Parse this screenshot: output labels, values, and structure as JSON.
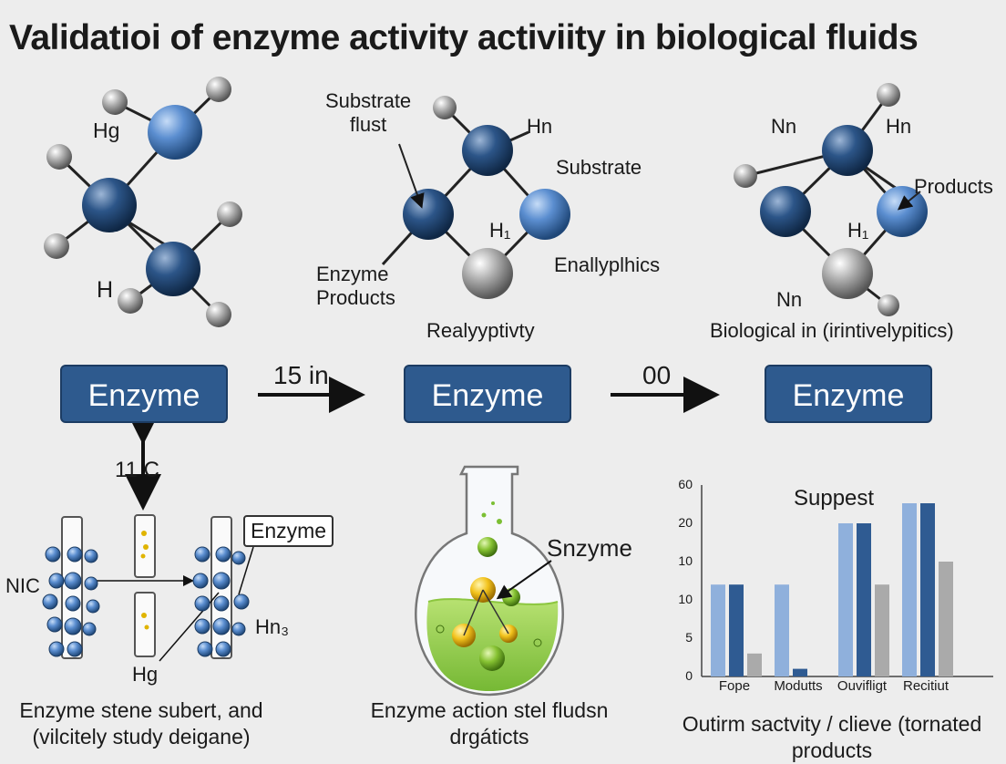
{
  "title": "Validatioi of enzyme activity activiity in biological fluids",
  "molecules": {
    "left": {
      "label_hg": "Hg",
      "label_h": "H"
    },
    "middle": {
      "label_substrate_flust": "Substrate\nflust",
      "label_hn": "Hn",
      "label_substrate": "Substrate",
      "label_h1": "H₁",
      "label_enzyme_products": "Enzyme\nProducts",
      "label_enallyplhics": "Enallyplhics",
      "caption": "Realyyptivty"
    },
    "right": {
      "label_nn_top": "Nn",
      "label_hn": "Hn",
      "label_products": "Products",
      "label_h1": "H₁",
      "label_nn_bottom": "Nn",
      "caption": "Biological in (irintivelypitics)"
    }
  },
  "flow": {
    "box1": "Enzyme",
    "box2": "Enzyme",
    "box3": "Enzyme",
    "arrow1_label": "15 in",
    "arrow2_label": "00",
    "vertical_label": "11 C"
  },
  "bottom_left": {
    "callout": "Enzyme",
    "label_nic": "NIC",
    "label_hn3": "Hn₃",
    "label_hg": "Hg",
    "caption": "Enzyme stene subert, and\n(vilcitely study deigane)"
  },
  "bottom_middle": {
    "label": "Snzyme",
    "caption": "Enzyme action stel fludsn\ndrgáticts"
  },
  "chart_data": {
    "type": "bar",
    "title": "Suppest",
    "categories": [
      "Fope",
      "Modutts",
      "Ouvifligt",
      "Recitiut"
    ],
    "series": [
      {
        "values": [
          12,
          12,
          20,
          25
        ]
      },
      {
        "values": [
          12,
          1,
          20,
          25
        ]
      },
      {
        "values": [
          3,
          0,
          12,
          15
        ]
      }
    ],
    "y_tick_labels": [
      "0",
      "5",
      "10",
      "10",
      "20",
      "60"
    ],
    "colors": [
      "#8fb0dc",
      "#2f5b92",
      "#aaaaaa"
    ],
    "caption": "Outirm sactvity / clieve (tornated\nproducts"
  }
}
